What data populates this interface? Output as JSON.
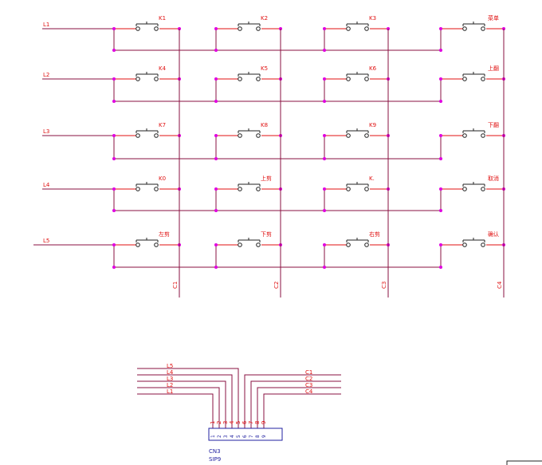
{
  "rows": [
    "L1",
    "L2",
    "L3",
    "L4",
    "L5"
  ],
  "columns": [
    "C1",
    "C2",
    "C3",
    "C4"
  ],
  "keys": [
    [
      "K1",
      "K2",
      "K3",
      "菜单"
    ],
    [
      "K4",
      "K5",
      "K6",
      "上翻"
    ],
    [
      "K7",
      "K8",
      "K9",
      "下翻"
    ],
    [
      "K0",
      "上剪",
      "K.",
      "取消"
    ],
    [
      "左剪",
      "下剪",
      "右剪",
      "确认"
    ]
  ],
  "connector": {
    "name": "CN3",
    "type": "SIP9",
    "left_labels": [
      "L5",
      "L4",
      "L3",
      "L2",
      "L1"
    ],
    "right_labels": [
      "C1",
      "C2",
      "C3",
      "C4"
    ],
    "pins_top": [
      "1",
      "2",
      "3",
      "4",
      "5",
      "6",
      "7",
      "8",
      "9"
    ],
    "pins_box": [
      "1",
      "2",
      "3",
      "4",
      "5",
      "6",
      "7",
      "8",
      "9"
    ]
  },
  "colors": {
    "wire": "#8a1040",
    "red": "#e01010",
    "junction": "#e000e0",
    "label": "#2020a0"
  }
}
